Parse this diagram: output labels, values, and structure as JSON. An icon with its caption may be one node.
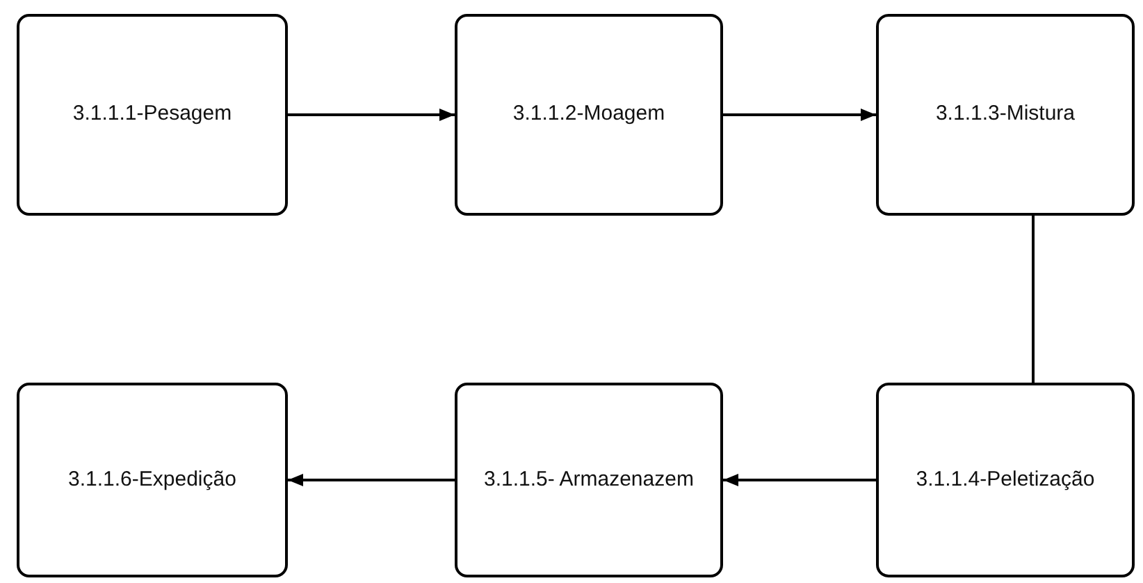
{
  "diagram": {
    "nodes": [
      {
        "text": [
          "3.1.1.1-Pesagem"
        ]
      },
      {
        "text": [
          "3.1.1.2-Moagem"
        ]
      },
      {
        "text": [
          "3.1.1.3-Mistura"
        ]
      },
      {
        "text": [
          "3.1.1.4-Peletização"
        ]
      },
      {
        "text": [
          "3.1.1.5- Armazenazem"
        ]
      },
      {
        "text": [
          "3.1.1.6-Expedição"
        ]
      }
    ],
    "edges": [
      {
        "from": 0,
        "to": 1,
        "arrow": "to"
      },
      {
        "from": 1,
        "to": 2,
        "arrow": "to"
      },
      {
        "from": 2,
        "to": 3,
        "arrow": "none"
      },
      {
        "from": 3,
        "to": 4,
        "arrow": "to"
      },
      {
        "from": 4,
        "to": 5,
        "arrow": "to"
      }
    ]
  }
}
